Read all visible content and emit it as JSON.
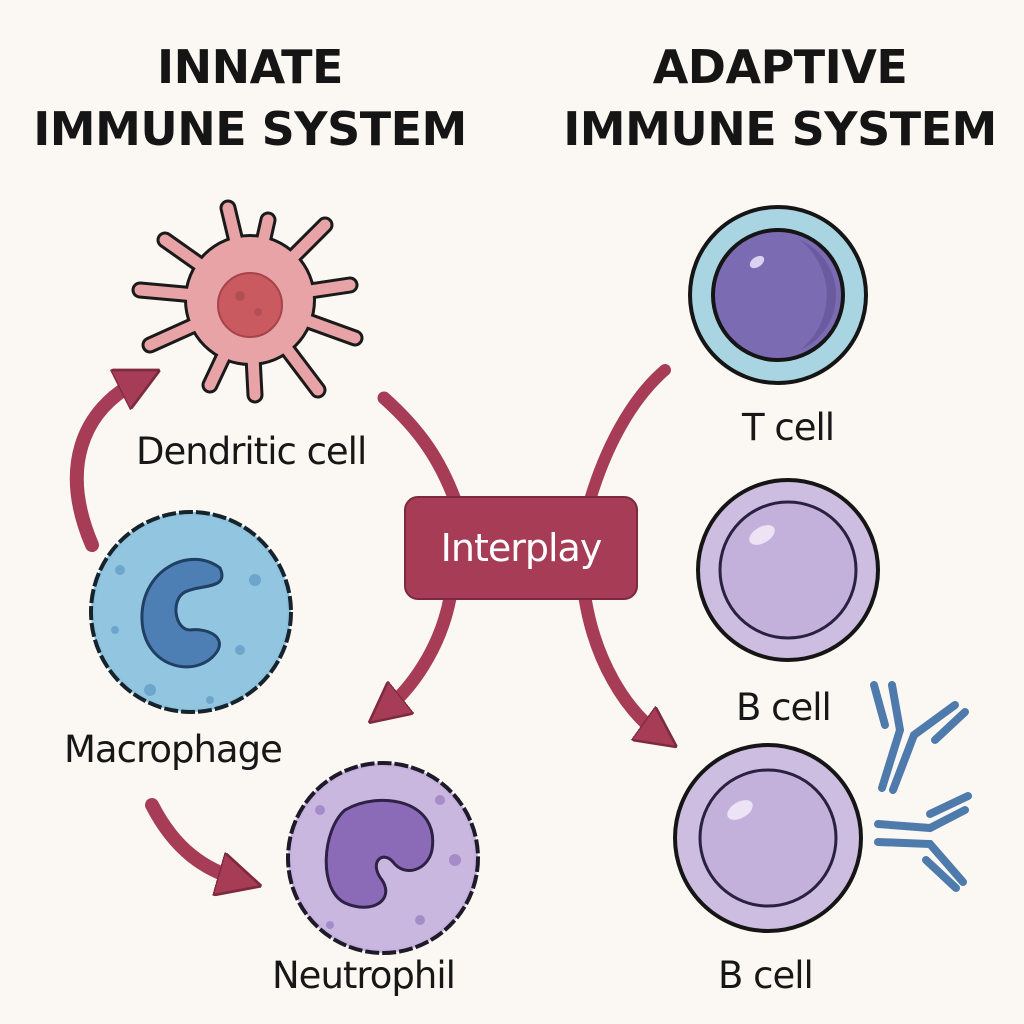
{
  "headings": {
    "innate": [
      "INNATE",
      "IMMUNE SYSTEM"
    ],
    "adaptive": [
      "ADAPTIVE",
      "IMMUNE SYSTEM"
    ]
  },
  "center": {
    "label": "Interplay"
  },
  "cells": {
    "dendritic": "Dendritic cell",
    "macrophage": "Macrophage",
    "neutrophil": "Neutrophil",
    "t_cell": "T cell",
    "b_cell_1": "B cell",
    "b_cell_2": "B cell"
  },
  "colors": {
    "background": "#fbf8f3",
    "arrow": "#a63c55",
    "dendritic": "#e8a3a6",
    "macrophage": "#8ec3de",
    "neutrophil": "#c6b3dd",
    "t_cell_outer": "#a9d5e3",
    "t_cell_nucleus": "#7b6bb3",
    "b_cell": "#cdbde0",
    "antibody": "#4e7bab"
  }
}
